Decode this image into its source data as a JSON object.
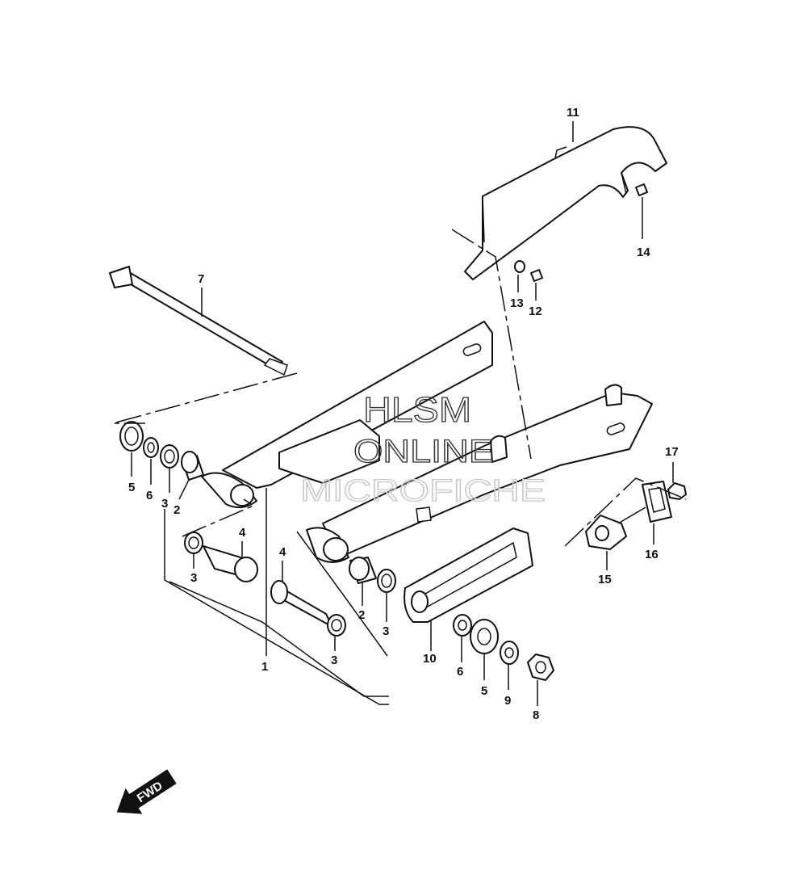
{
  "watermark": {
    "line1": "HLSM",
    "line2": "ONLINE",
    "line3": "MICROFICHE"
  },
  "direction_arrow": {
    "label": "FWD"
  },
  "callouts": {
    "c1": "1",
    "c2a": "2",
    "c2b": "2",
    "c3a": "3",
    "c3b": "3",
    "c3c": "3",
    "c3d": "3",
    "c4a": "4",
    "c4b": "4",
    "c5a": "5",
    "c5b": "5",
    "c6a": "6",
    "c6b": "6",
    "c7": "7",
    "c8": "8",
    "c9": "9",
    "c10": "10",
    "c11": "11",
    "c12": "12",
    "c13": "13",
    "c14": "14",
    "c15": "15",
    "c16": "16",
    "c17": "17"
  }
}
